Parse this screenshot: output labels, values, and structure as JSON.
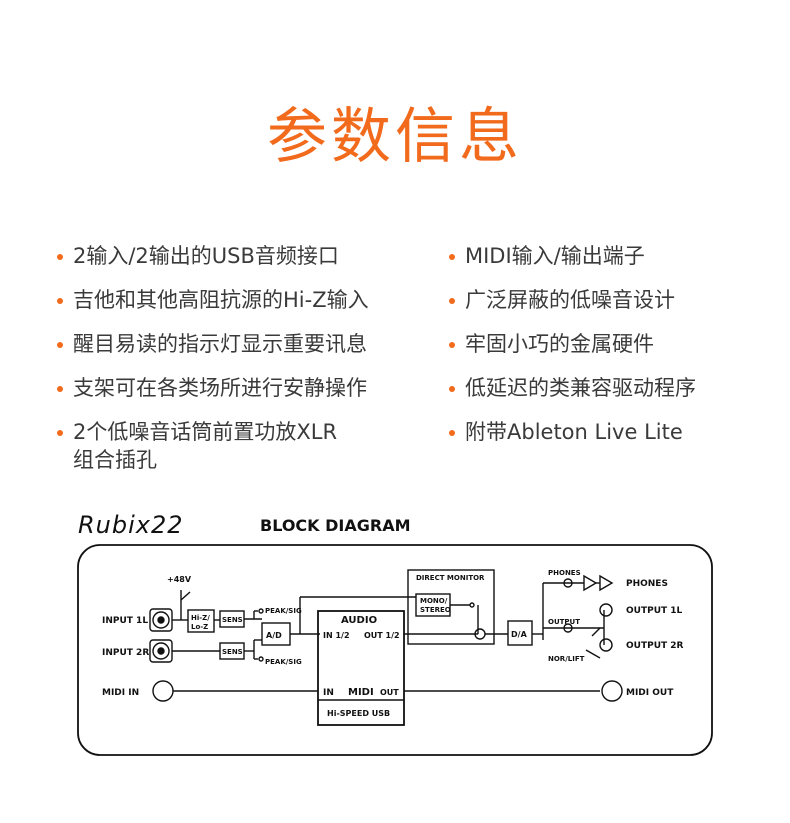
{
  "title": "参数信息",
  "accent": "#f26a1b",
  "features_left": [
    {
      "text": "2输入/2输出的USB音频接口"
    },
    {
      "text": "吉他和其他高阻抗源的Hi-Z输入"
    },
    {
      "text": "醒目易读的指示灯显示重要讯息"
    },
    {
      "text": "支架可在各类场所进行安静操作"
    },
    {
      "text": "2个低噪音话筒前置功放XLR",
      "text2": "组合插孔"
    }
  ],
  "features_right": [
    {
      "text": "MIDI输入/输出端子"
    },
    {
      "text": "广泛屏蔽的低噪音设计"
    },
    {
      "text": "牢固小巧的金属硬件"
    },
    {
      "text": "低延迟的类兼容驱动程序"
    },
    {
      "text": "附带Ableton Live Lite"
    }
  ],
  "diagram": {
    "brand": "Rubix22",
    "heading": "BLOCK DIAGRAM",
    "input1": "INPUT 1L",
    "input2": "INPUT 2R",
    "phantom": "+48V",
    "hiz": "Hi-Z/",
    "loz": "Lo-Z",
    "sens": "SENS",
    "peak": "PEAK/SIG",
    "ad": "A/D",
    "audio": "AUDIO",
    "in12": "IN 1/2",
    "out12": "OUT 1/2",
    "direct_monitor": "DIRECT MONITOR",
    "mono": "MONO/",
    "stereo": "STEREO",
    "da": "D/A",
    "phones_small": "PHONES",
    "phones": "PHONES",
    "output_small": "OUTPUT",
    "nor_lift": "NOR/LIFT",
    "output1": "OUTPUT 1L",
    "output2": "OUTPUT 2R",
    "midi_in": "MIDI IN",
    "midi_out": "MIDI OUT",
    "in": "IN",
    "midi_label": "MIDI",
    "out": "OUT",
    "usb": "Hi-SPEED USB"
  }
}
